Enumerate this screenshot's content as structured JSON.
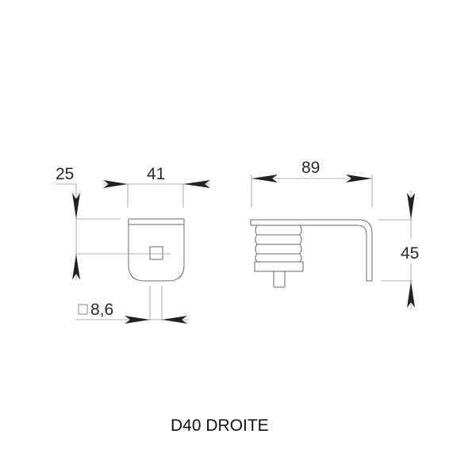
{
  "drawing": {
    "title": "D40 DROITE",
    "front_view": {
      "dimensions": {
        "height_offset": "25",
        "width": "41",
        "square_symbol": "□",
        "square_size": "8,6"
      }
    },
    "side_view": {
      "dimensions": {
        "length": "89",
        "height": "45"
      }
    },
    "colors": {
      "line": "#555555",
      "arrow": "#1e2226",
      "text": "#2a2a2a",
      "background": "#ffffff"
    }
  }
}
